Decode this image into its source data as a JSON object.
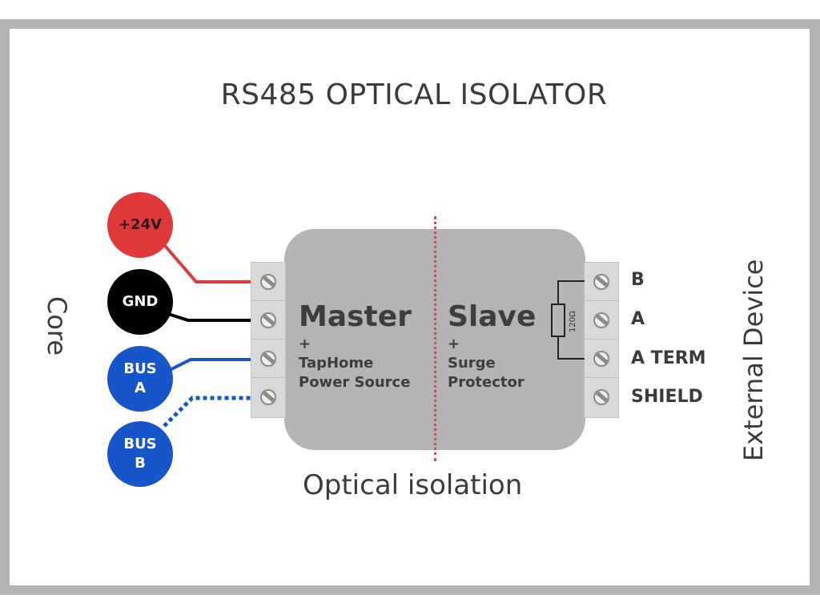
{
  "title": "RS485 OPTICAL ISOLATOR",
  "left_label": "Core",
  "right_label": "External Device",
  "bottom_label": "Optical isolation",
  "colors": {
    "frame": "#b3b3b3",
    "box": "#b4b4b4",
    "red": "#e0393b",
    "black": "#000000",
    "blue": "#1656c9",
    "divider": "#c9525a"
  },
  "core_terminals": [
    {
      "label": "+24V",
      "color": "red",
      "wire": "solid"
    },
    {
      "label": "GND",
      "color": "black",
      "wire": "solid"
    },
    {
      "label_line1": "BUS",
      "label_line2": "A",
      "color": "blue",
      "wire": "solid"
    },
    {
      "label_line1": "BUS",
      "label_line2": "B",
      "color": "blue",
      "wire": "dotted"
    }
  ],
  "master": {
    "title": "Master",
    "plus": "+",
    "line1": "TapHome",
    "line2": "Power Source"
  },
  "slave": {
    "title": "Slave",
    "plus": "+",
    "line1": "Surge",
    "line2": "Protector"
  },
  "resistor": {
    "value": "120Ω"
  },
  "external_terminals": [
    "B",
    "A",
    "A TERM",
    "SHIELD"
  ]
}
